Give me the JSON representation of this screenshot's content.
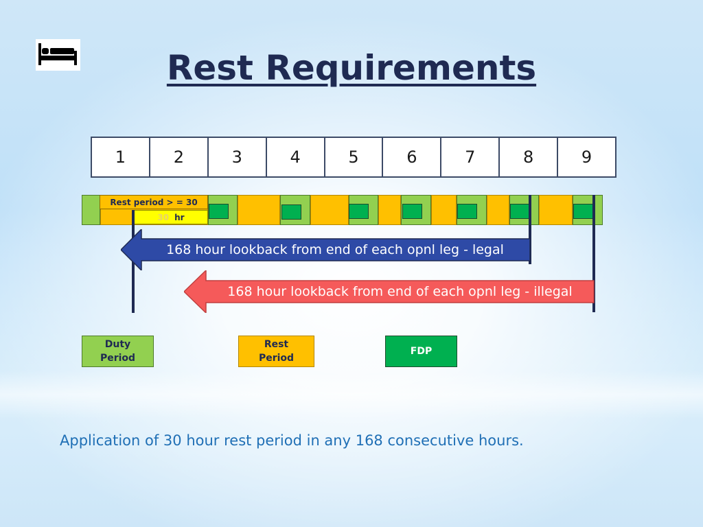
{
  "slide": {
    "title": "Rest Requirements",
    "icon": "bed-icon",
    "caption": "Application of 30 hour rest period in any 168 consecutive hours."
  },
  "days": [
    "1",
    "2",
    "3",
    "4",
    "5",
    "6",
    "7",
    "8",
    "9"
  ],
  "callouts": {
    "rest_rule": "Rest  period > = 30",
    "rest_value": "30",
    "rest_unit": "hr"
  },
  "arrows": {
    "legal": "168 hour lookback from end of each opnl leg - legal",
    "illegal": "168 hour lookback from end of each opnl leg - illegal"
  },
  "legend": {
    "duty": "Duty\nPeriod",
    "rest": "Rest\nPeriod",
    "fdp": "FDP"
  },
  "colors": {
    "duty": "#92d050",
    "rest": "#ffc000",
    "fdp": "#00b050",
    "legal_arrow": "#2e4aa6",
    "illegal_arrow": "#f55a5a",
    "title": "#1f2a52",
    "caption": "#1f6fb5"
  }
}
